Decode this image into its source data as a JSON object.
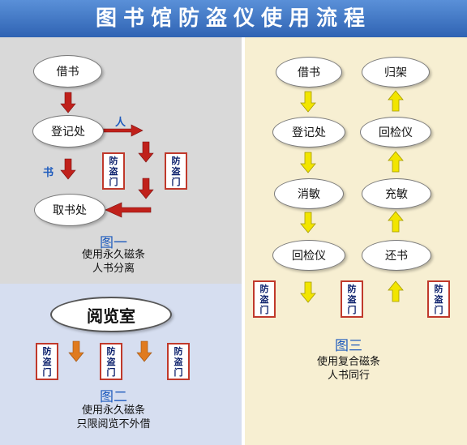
{
  "title": "图书馆防盗仪使用流程",
  "panel1": {
    "nodes": {
      "borrow": "借书",
      "register": "登记处",
      "pickup": "取书处"
    },
    "person_label": "人",
    "book_label": "书",
    "gate": "防盗门",
    "figure": "图一",
    "caption_line1": "使用永久磁条",
    "caption_line2": "人书分离"
  },
  "panel2": {
    "room": "阅览室",
    "gate": "防盗门",
    "figure": "图二",
    "caption_line1": "使用永久磁条",
    "caption_line2": "只限阅览不外借"
  },
  "panel3": {
    "left_nodes": [
      "借书",
      "登记处",
      "消敏",
      "回检仪"
    ],
    "right_nodes": [
      "归架",
      "回检仪",
      "充敏",
      "还书"
    ],
    "gate": "防盗门",
    "figure": "图三",
    "caption_line1": "使用复合磁条",
    "caption_line2": "人书同行"
  },
  "colors": {
    "red_arrow": "#c0211b",
    "orange_arrow": "#e07b1f",
    "yellow_arrow": "#f2e500",
    "title_blue": "#3a6fc0"
  }
}
